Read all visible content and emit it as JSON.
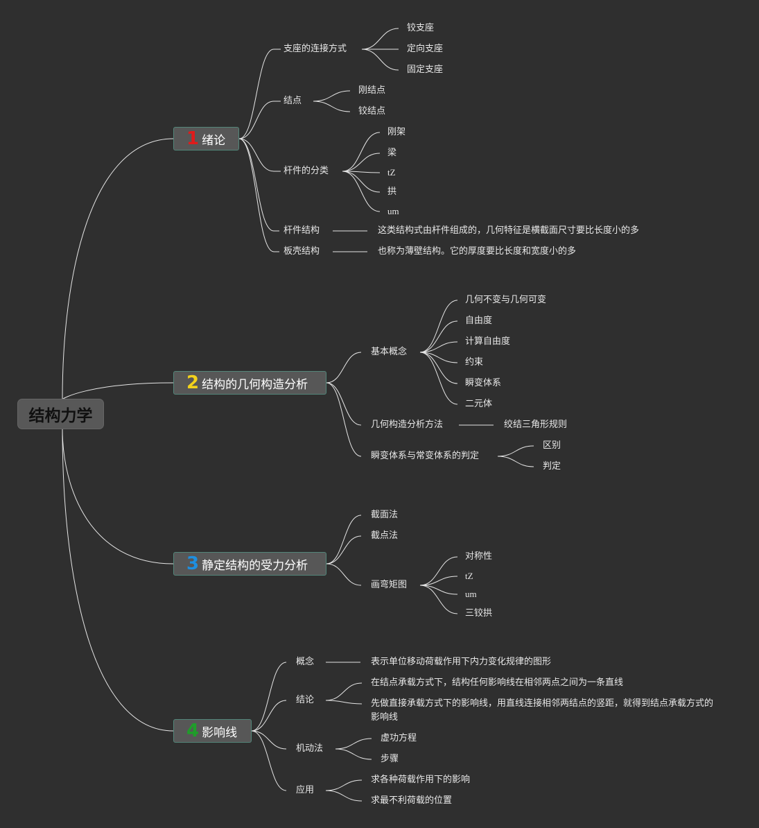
{
  "root": {
    "label": "结构力学"
  },
  "branches": [
    {
      "num": "1",
      "num_color": "#e01b1b",
      "label": "绪论",
      "children": [
        {
          "label": "支座的连接方式",
          "children": [
            "铰支座",
            "定向支座",
            "固定支座"
          ]
        },
        {
          "label": "结点",
          "children": [
            "刚结点",
            "铰结点"
          ]
        },
        {
          "label": "杆件的分类",
          "children": [
            "刚架",
            "梁",
            "tZ",
            "拱",
            "um"
          ]
        },
        {
          "label": "杆件结构",
          "note": "这类结构式由杆件组成的，几何特征是横截面尺寸要比长度小的多"
        },
        {
          "label": "板壳结构",
          "note": "也称为薄壁结构。它的厚度要比长度和宽度小的多"
        }
      ]
    },
    {
      "num": "2",
      "num_color": "#f2d21b",
      "label": "结构的几何构造分析",
      "children": [
        {
          "label": "基本概念",
          "children": [
            "几何不变与几何可变",
            "自由度",
            "计算自由度",
            "约束",
            "瞬变体系",
            "二元体"
          ]
        },
        {
          "label": "几何构造分析方法",
          "note": "绞结三角形规则"
        },
        {
          "label": "瞬变体系与常变体系的判定",
          "children": [
            "区别",
            "判定"
          ]
        }
      ]
    },
    {
      "num": "3",
      "num_color": "#1e8fe0",
      "label": "静定结构的受力分析",
      "children": [
        {
          "label": "截面法"
        },
        {
          "label": "截点法"
        },
        {
          "label": "画弯矩图",
          "children": [
            "对称性",
            "tZ",
            "um",
            "三铰拱"
          ]
        }
      ]
    },
    {
      "num": "4",
      "num_color": "#1f9d2a",
      "label": "影响线",
      "children": [
        {
          "label": "概念",
          "note": "表示单位移动荷载作用下内力变化规律的图形"
        },
        {
          "label": "结论",
          "children": [
            "在结点承载方式下，结构任何影响线在相邻两点之间为一条直线",
            "先做直接承载方式下的影响线，用直线连接相邻两结点的竖距，就得到结点承载方式的影响线"
          ]
        },
        {
          "label": "机动法",
          "children": [
            "虚功方程",
            "步骤"
          ]
        },
        {
          "label": "应用",
          "children": [
            "求各种荷载作用下的影响",
            "求最不利荷载的位置"
          ]
        }
      ]
    }
  ]
}
